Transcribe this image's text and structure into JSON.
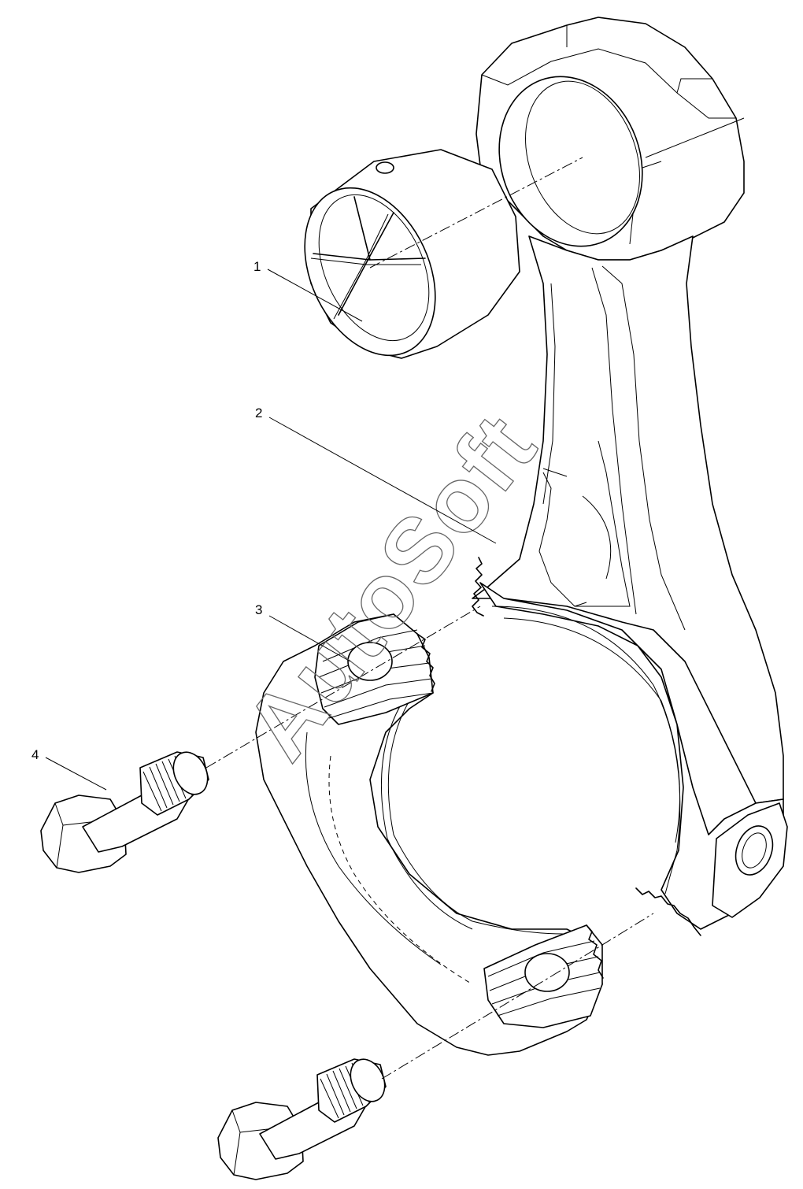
{
  "callouts": [
    {
      "id": "1",
      "label": "1"
    },
    {
      "id": "2",
      "label": "2"
    },
    {
      "id": "3",
      "label": "3"
    },
    {
      "id": "4",
      "label": "4"
    }
  ],
  "watermark": {
    "text": "AutoSoft"
  },
  "colors": {
    "line": "#000000",
    "background": "#ffffff",
    "watermark": "#666666"
  }
}
